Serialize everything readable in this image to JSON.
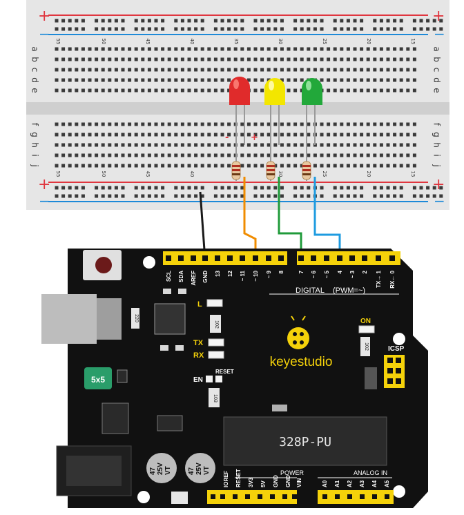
{
  "breadboard": {
    "rail_plus": "+",
    "rail_minus": "−",
    "row_letters_top": [
      "a",
      "b",
      "c",
      "d",
      "e"
    ],
    "row_letters_bottom": [
      "f",
      "g",
      "h",
      "i",
      "j"
    ],
    "column_numbers": [
      "55",
      "50",
      "45",
      "40",
      "35",
      "30",
      "25",
      "20",
      "15"
    ],
    "polarity_minus": "-",
    "polarity_plus": "+"
  },
  "leds": [
    {
      "name": "red-led",
      "color": "#e02b2b",
      "highlight": "#ff8a80"
    },
    {
      "name": "yellow-led",
      "color": "#f3e600",
      "highlight": "#fffbb0"
    },
    {
      "name": "green-led",
      "color": "#22a83a",
      "highlight": "#9be7a5"
    }
  ],
  "wires": [
    {
      "name": "gnd-wire",
      "color": "#1a1a1a"
    },
    {
      "name": "pin10-wire",
      "color": "#f08c00"
    },
    {
      "name": "pin7-wire",
      "color": "#1f9a3a"
    },
    {
      "name": "pin4-wire",
      "color": "#1e9be0"
    }
  ],
  "board": {
    "brand": "keyestudio",
    "chip_label": "328P-PU",
    "digital_header_labels": [
      "SCL",
      "SDA",
      "AREF",
      "GND",
      "13",
      "12",
      "~ 11",
      "~ 10",
      "~ 9",
      "8",
      "7",
      "~ 6",
      "~ 5",
      "4",
      "~ 3",
      "2",
      "TX→ 1",
      "RX← 0"
    ],
    "digital_label": "DIGITAL",
    "pwm_label": "(PWM=~)",
    "led_l": "L",
    "led_tx": "TX",
    "led_rx": "RX",
    "led_on": "ON",
    "reset_label": "RESET",
    "en_label": "EN",
    "icsp_label": "ICSP",
    "fuse_label": "5x5",
    "cap_label": "47\n25V\nVT",
    "power_label": "POWER",
    "analog_label": "ANALOG IN",
    "power_pins": [
      "IOREF",
      "RESET",
      "3V3",
      "5V",
      "GND",
      "GND",
      "VIN"
    ],
    "analog_pins": [
      "A0",
      "A1",
      "A2",
      "A3",
      "A4",
      "A5"
    ],
    "resistor_102": "102",
    "resistor_220": "220",
    "resistor_103": "103",
    "resistor_102b": "102"
  }
}
